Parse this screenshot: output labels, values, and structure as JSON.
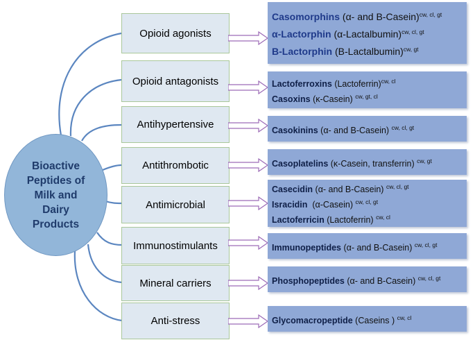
{
  "hub": {
    "label": "Bioactive\nPeptides of\nMilk and\nDairy\nProducts"
  },
  "categories": [
    "Opioid agonists",
    "Opioid antagonists",
    "Antihypertensive",
    "Antithrombotic",
    "Antimicrobial",
    "Immunostimulants",
    "Mineral carriers",
    "Anti-stress"
  ],
  "results": [
    [
      {
        "name": "Casomorphins",
        "source": " (α- and B-Casein)",
        "sup": "cw, cl, gt"
      },
      {
        "name": "α-Lactorphin",
        "source": " (α-Lactalbumin)",
        "sup": "cw, cl, gt"
      },
      {
        "name": "B-Lactorphin",
        "source": " (B-Lactalbumin)",
        "sup": "cw, gt"
      }
    ],
    [
      {
        "name": "Lactoferroxins",
        "source": " (Lactoferrin)",
        "sup": "cw, cl"
      },
      {
        "name": "Casoxins",
        "source": " (κ-Casein) ",
        "sup": "cw, gt, cl"
      }
    ],
    [
      {
        "name": "Casokinins",
        "source": " (α- and B-Casein) ",
        "sup": "cw, cl, gt"
      }
    ],
    [
      {
        "name": "Casoplatelins",
        "source": " (κ-Casein, transferrin) ",
        "sup": "cw, gt"
      }
    ],
    [
      {
        "name": "Casecidin",
        "source": " (α- and B-Casein) ",
        "sup": "cw, cl, gt"
      },
      {
        "name": "Isracidin",
        "source": "  (α-Casein) ",
        "sup": "cw, cl, gt"
      },
      {
        "name": "Lactoferricin",
        "source": " (Lactoferrin) ",
        "sup": "cw, cl"
      }
    ],
    [
      {
        "name": "Immunopeptides",
        "source": " (α- and B-Casein) ",
        "sup": "cw, cl, gt"
      }
    ],
    [
      {
        "name": "Phosphopeptides",
        "source": " (α- and B-Casein) ",
        "sup": "cw, cl, gt"
      }
    ],
    [
      {
        "name": "Glycomacropeptide",
        "source": " (Caseins ) ",
        "sup": "cw, cl"
      }
    ]
  ],
  "colors": {
    "hub_fill": "#92b6d9",
    "hub_text": "#1f3b6b",
    "category_fill": "#dfe8f1",
    "result_fill": "#8fa8d6",
    "connector": "#5b86c0",
    "arrow_stroke": "#9c6bb6"
  }
}
